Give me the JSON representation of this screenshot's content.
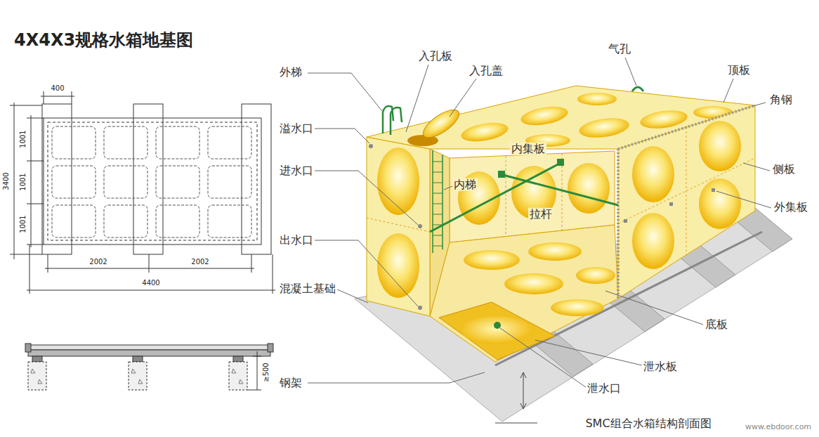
{
  "diagram": {
    "title": "4X4X3规格水箱地基图",
    "caption": "SMC组合水箱结构剖面图",
    "labels": [
      "400",
      "1001",
      "1001",
      "1001",
      "3400",
      "2002",
      "2002",
      "4400",
      "≥500",
      "外梯",
      "入孔板",
      "入孔盖",
      "气孔",
      "顶板",
      "角钢",
      "溢水口",
      "内集板",
      "侧板",
      "进水口",
      "内梯",
      "外集板",
      "拉杆",
      "出水口",
      "混凝土基础",
      "底板",
      "钢架",
      "泄水板",
      "泄水口",
      "www.ebdoor.com"
    ]
  }
}
